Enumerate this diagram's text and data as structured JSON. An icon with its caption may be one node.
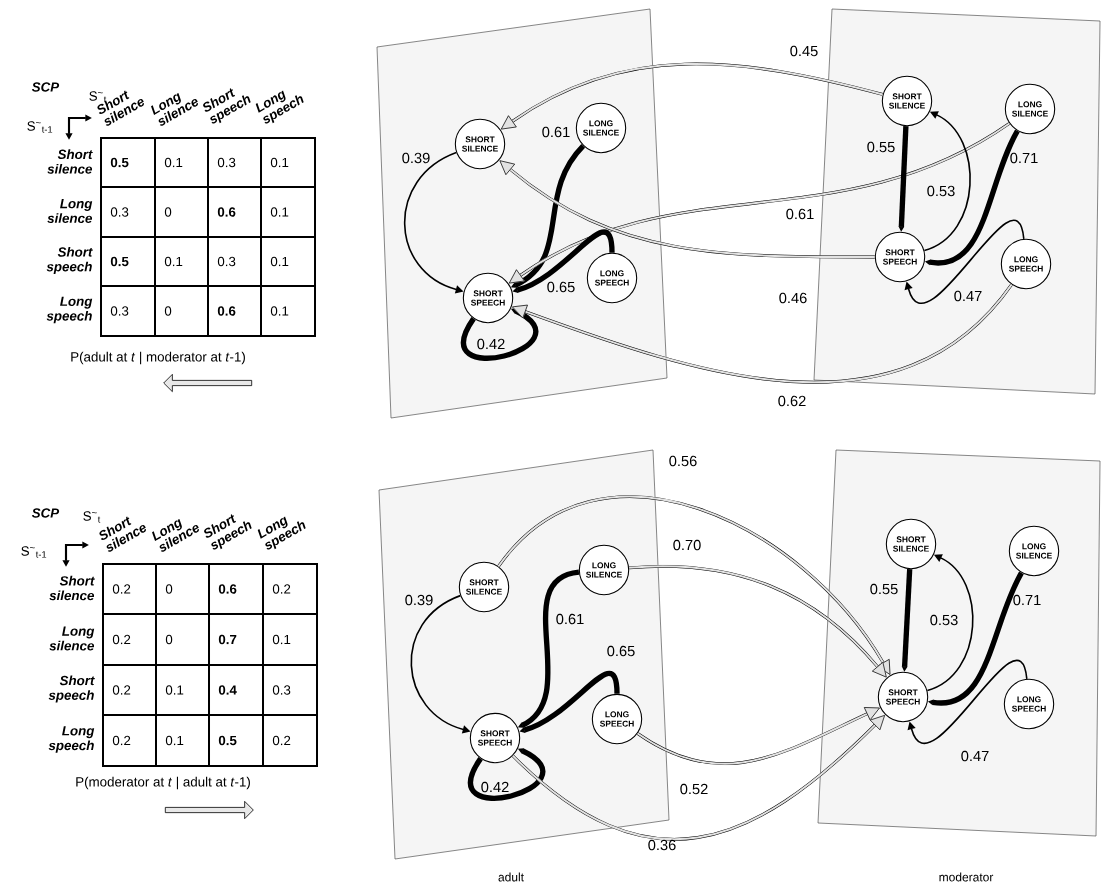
{
  "diagram": {
    "nodes": [
      {
        "text": [],
        "shape": "box"
      },
      {
        "text": [
          "SHORT SILENCE"
        ],
        "in": 0
      },
      {
        "text": [
          "LONG SILENCE"
        ],
        "in": 0
      },
      {
        "text": [
          "SHORT SPEECH"
        ],
        "in": 0
      },
      {
        "text": [
          "LONG SPEECH"
        ],
        "in": 0
      },
      {
        "text": [],
        "shape": "box"
      },
      {
        "text": [
          "SHORT SILENCE"
        ],
        "in": 5
      },
      {
        "text": [
          "LONG SILENCE"
        ],
        "in": 5
      },
      {
        "text": [
          "SHORT SPEECH"
        ],
        "in": 5
      },
      {
        "text": [
          "LONG SPEECH"
        ],
        "in": 5
      },
      {
        "text": [],
        "shape": "box",
        "beside": [
          "adult"
        ]
      },
      {
        "text": [
          "SHORT SILENCE"
        ],
        "in": 10
      },
      {
        "text": [
          "LONG SILENCE"
        ],
        "in": 10
      },
      {
        "text": [
          "SHORT SPEECH"
        ],
        "in": 10
      },
      {
        "text": [
          "LONG SPEECH"
        ],
        "in": 10
      },
      {
        "text": [],
        "shape": "box",
        "beside": [
          "moderator"
        ]
      },
      {
        "text": [
          "SHORT SILENCE"
        ],
        "in": 15
      },
      {
        "text": [
          "LONG SILENCE"
        ],
        "in": 15
      },
      {
        "text": [
          "SHORT SPEECH"
        ],
        "in": 15
      },
      {
        "text": [
          "LONG SPEECH"
        ],
        "in": 15
      }
    ],
    "edges": [
      {
        "from": 6,
        "to": 1,
        "arrow": "to",
        "label": "0.45",
        "color": "#e2e2e2"
      },
      {
        "from": 1,
        "to": 3,
        "arrow": "to",
        "label": "0.39"
      },
      {
        "from": 2,
        "to": 3,
        "arrow": "to",
        "label": "0.61",
        "style": "thick"
      },
      {
        "from": 7,
        "to": 3,
        "arrow": "to",
        "label": "0.61",
        "color": "#e2e2e2"
      },
      {
        "from": 4,
        "to": 3,
        "arrow": "to",
        "label": "0.65",
        "style": "thick"
      },
      {
        "from": 8,
        "to": 1,
        "arrow": "to",
        "label": "0.46",
        "color": "#e2e2e2"
      },
      {
        "from": 3,
        "to": 3,
        "arrow": "to",
        "label": "0.42",
        "style": "thick"
      },
      {
        "from": 9,
        "to": 3,
        "arrow": "to",
        "label": "0.62",
        "color": "#e2e2e2"
      },
      {
        "from": 6,
        "to": 8,
        "arrow": "to",
        "label": "0.55",
        "style": "thick"
      },
      {
        "from": 8,
        "to": 6,
        "arrow": "to",
        "label": "0.53"
      },
      {
        "from": 7,
        "to": 8,
        "arrow": "to",
        "label": "0.71",
        "style": "thick"
      },
      {
        "from": 9,
        "to": 8,
        "arrow": "to",
        "label": "0.47"
      },
      {
        "from": 11,
        "to": 18,
        "arrow": "to",
        "label": "0.56",
        "color": "#e2e2e2"
      },
      {
        "from": 12,
        "to": 18,
        "arrow": "to",
        "label": "0.70",
        "color": "#e2e2e2"
      },
      {
        "from": 11,
        "to": 13,
        "arrow": "to",
        "label": "0.39"
      },
      {
        "from": 12,
        "to": 13,
        "arrow": "to",
        "label": "0.61",
        "style": "thick"
      },
      {
        "from": 14,
        "to": 13,
        "arrow": "to",
        "label": "0.65",
        "style": "thick"
      },
      {
        "from": 13,
        "to": 13,
        "arrow": "to",
        "label": "0.42",
        "style": "thick"
      },
      {
        "from": 14,
        "to": 18,
        "arrow": "to",
        "label": "0.52",
        "color": "#e2e2e2"
      },
      {
        "from": 13,
        "to": 18,
        "arrow": "to",
        "label": "0.36",
        "color": "#e2e2e2"
      },
      {
        "from": 16,
        "to": 18,
        "arrow": "to",
        "label": "0.55",
        "style": "thick"
      },
      {
        "from": 18,
        "to": 16,
        "arrow": "to",
        "label": "0.53"
      },
      {
        "from": 17,
        "to": 18,
        "arrow": "to",
        "label": "0.71",
        "style": "thick"
      },
      {
        "from": 19,
        "to": 18,
        "arrow": "to",
        "label": "0.47"
      }
    ],
    "labels": [
      "SCP",
      "S$^{~}$$_{t}$",
      "S$^{~}$$_{t-1}$",
      "Short silence",
      "Long silence",
      "Short speech",
      "Long speech",
      "Short silence",
      "0.5",
      "0.1",
      "0.3",
      "0.1",
      "Long silence",
      "0.3",
      "0",
      "0.6",
      "0.1",
      "Short speech",
      "0.5",
      "0.1",
      "0.3",
      "0.1",
      "Long speech",
      "0.3",
      "0",
      "0.6",
      "0.1",
      "P(adult at *t* | moderator at *t*-1)",
      "SCP",
      "S$^{~}$$_{t}$",
      "S$^{~}$$_{t-1}$",
      "Short silence",
      "Long silence",
      "Short speech",
      "Long speech",
      "Short silence",
      "0.2",
      "0",
      "0.6",
      "0.2",
      "Long silence",
      "0.2",
      "0",
      "0.7",
      "0.1",
      "Short speech",
      "0.2",
      "0.1",
      "0.4",
      "0.3",
      "Long speech",
      "0.2",
      "0.1",
      "0.5",
      "0.2",
      "P(moderator at *t* | adult at *t*-1)"
    ]
  }
}
